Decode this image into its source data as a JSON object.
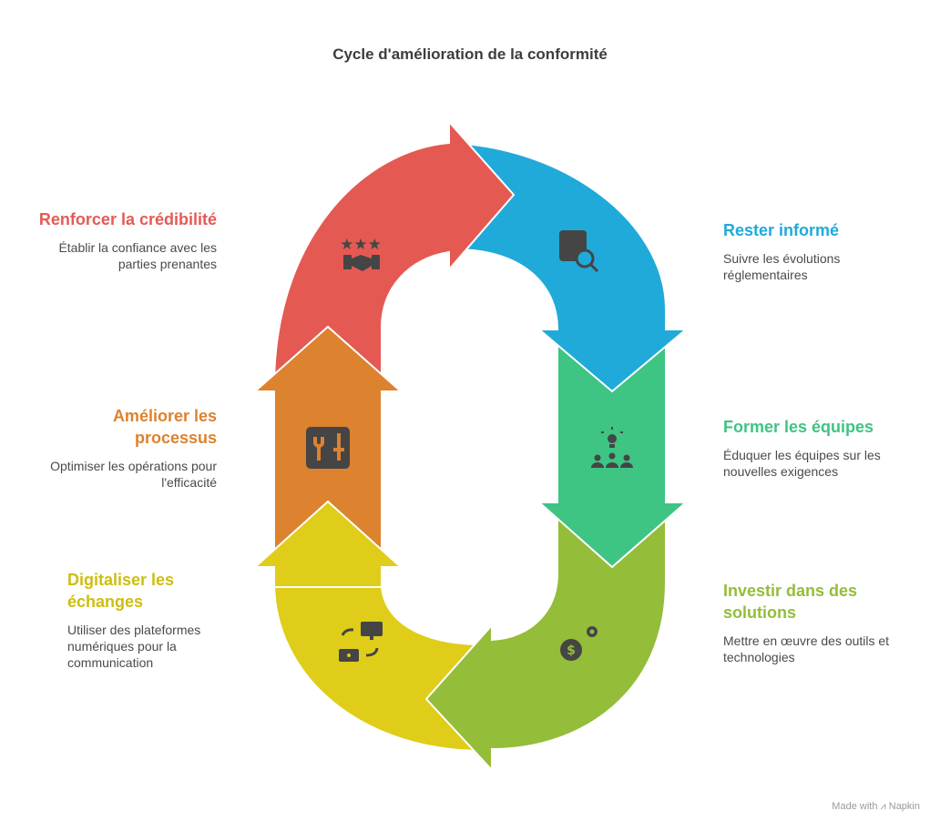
{
  "title": "Cycle d'amélioration de la conformité",
  "steps": [
    {
      "title": "Renforcer la crédibilité",
      "desc": "Établir la confiance avec les parties prenantes",
      "color": "#e45a53",
      "icon": "stars-handshake-icon"
    },
    {
      "title": "Rester informé",
      "desc": "Suivre les évolutions réglementaires",
      "color": "#20aad9",
      "icon": "document-search-icon"
    },
    {
      "title": "Former les équipes",
      "desc": "Éduquer les équipes sur les nouvelles exigences",
      "color": "#3ec483",
      "icon": "team-idea-icon"
    },
    {
      "title": "Investir dans des solutions",
      "desc": "Mettre en œuvre des outils et technologies",
      "color": "#94bd3a",
      "icon": "dollar-gears-icon"
    },
    {
      "title": "Digitaliser les échanges",
      "desc": "Utiliser des plateformes numériques pour la communication",
      "color": "#dfcd1a",
      "icon": "digital-exchange-icon"
    },
    {
      "title": "Améliorer les processus",
      "desc": "Optimiser les opérations pour l'efficacité",
      "color": "#dd822f",
      "icon": "tools-icon"
    }
  ],
  "footer": "Made with ⩘ Napkin"
}
